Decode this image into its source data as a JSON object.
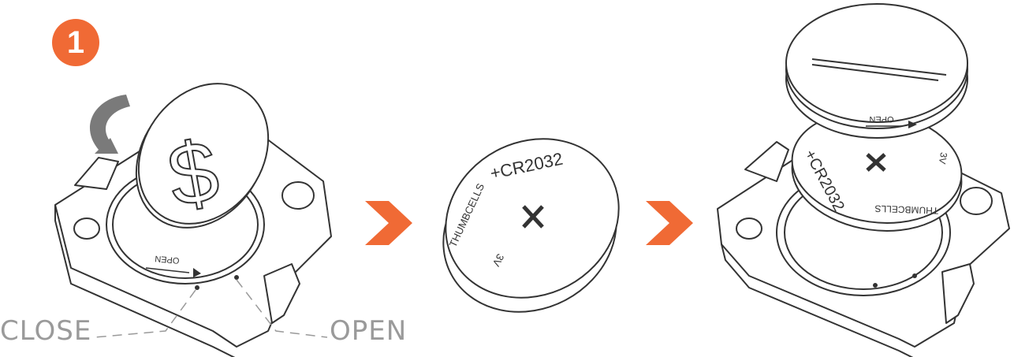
{
  "step": {
    "number": "1"
  },
  "labels": {
    "close": "CLOSE",
    "open": "OPEN"
  },
  "battery": {
    "model": "+CR2032",
    "brand": "THUMBCELLS",
    "voltage": "3V"
  },
  "cap": {
    "open_mark": "OPEN"
  },
  "coin": {
    "symbol": "$"
  },
  "colors": {
    "accent": "#f06a35",
    "line": "#333333",
    "label": "#9a9a9a"
  }
}
